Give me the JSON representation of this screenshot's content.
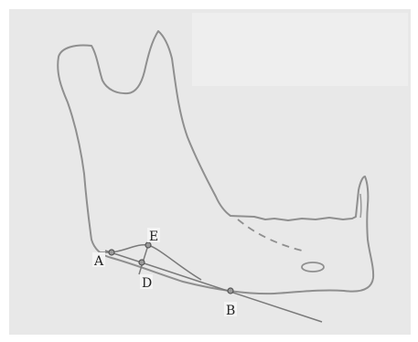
{
  "figure": {
    "points": [
      {
        "id": "A",
        "label": "A"
      },
      {
        "id": "B",
        "label": "B"
      },
      {
        "id": "D",
        "label": "D"
      },
      {
        "id": "E",
        "label": "E"
      }
    ]
  },
  "colors": {
    "paper": "#e8e8e8",
    "paper_light": "#eeeeee",
    "outline": "#8f8f8f",
    "line": "#7a7a7a",
    "point_fill": "#9a9a9a",
    "point_stroke": "#555555",
    "text": "#222222"
  }
}
